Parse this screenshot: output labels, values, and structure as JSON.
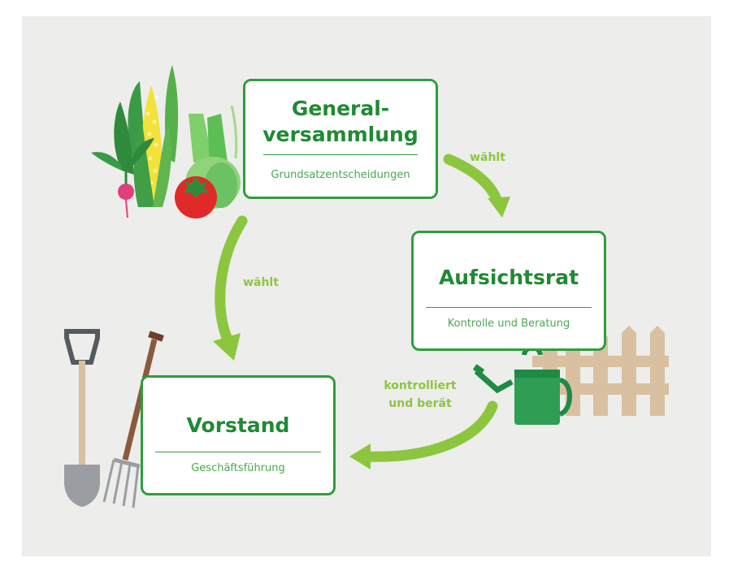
{
  "nodes": {
    "generalversammlung": {
      "title_line1": "General-",
      "title_line2": "versammlung",
      "subtitle": "Grundsatzentscheidungen"
    },
    "aufsichtsrat": {
      "title": "Aufsichtsrat",
      "subtitle": "Kontrolle und Beratung"
    },
    "vorstand": {
      "title": "Vorstand",
      "subtitle": "Geschäftsführung"
    }
  },
  "edges": [
    {
      "from": "generalversammlung",
      "to": "aufsichtsrat",
      "label": "wählt"
    },
    {
      "from": "generalversammlung",
      "to": "vorstand",
      "label": "wählt"
    },
    {
      "from": "aufsichtsrat",
      "to": "vorstand",
      "label_line1": "kontrolliert",
      "label_line2": "und berät"
    }
  ],
  "colors": {
    "background": "#ededeb",
    "box_border": "#2e9e3e",
    "title": "#1f8a33",
    "arrow": "#8cc63f"
  },
  "illustrations": [
    "vegetables",
    "watering-can",
    "garden-fence",
    "spade",
    "pitchfork"
  ]
}
